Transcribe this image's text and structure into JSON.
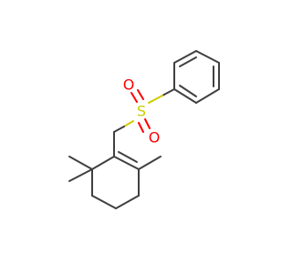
{
  "molecule": {
    "atoms": {
      "sulfur": {
        "symbol": "S",
        "color": "#CCCC00"
      },
      "oxygen_top": {
        "symbol": "O",
        "color": "#FF0000"
      },
      "oxygen_bottom": {
        "symbol": "O",
        "color": "#FF0000"
      }
    },
    "bond_color": "#404040"
  }
}
